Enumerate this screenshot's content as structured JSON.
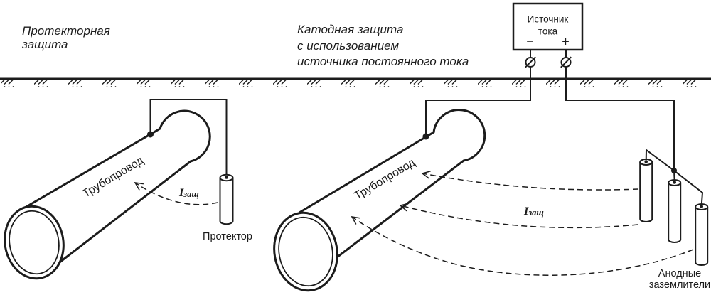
{
  "colors": {
    "ink": "#1c1c1c",
    "background": "#ffffff"
  },
  "left_diagram": {
    "title": [
      "Протекторная",
      "защита"
    ],
    "pipe_label": "Трубопровод",
    "protector_label": "Протектор",
    "current_symbol": "I",
    "current_subscript": "защ"
  },
  "right_diagram": {
    "title": [
      "Катодная защита",
      "с использованием",
      "источника постоянного тока"
    ],
    "pipe_label": "Трубопровод",
    "current_symbol": "I",
    "current_subscript": "защ",
    "anodes_label": [
      "Анодные",
      "заземлители"
    ],
    "power_source": {
      "label": [
        "Источник",
        "тока"
      ],
      "negative": "−",
      "positive": "+"
    }
  }
}
